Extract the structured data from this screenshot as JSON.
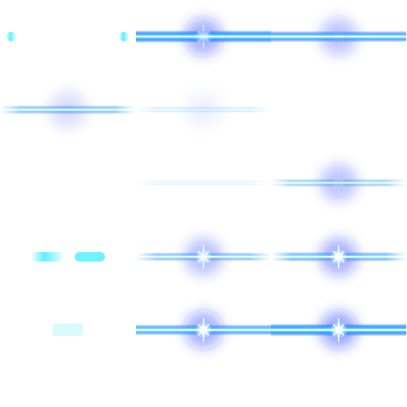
{
  "sprite_sheet": {
    "columns": 3,
    "rows": 5,
    "colors": {
      "beam_core": "#e8fbff",
      "beam_cyan": "#5ff2ff",
      "beam_blue": "#2c8dff",
      "beam_deep": "#1a5cff",
      "glow": "#6f7dff",
      "glow_soft": "#c8d0ff",
      "spark": "#ffffff",
      "background": "#ffffff"
    },
    "frames": [
      {
        "id": 1,
        "row": 0,
        "col": 0,
        "beam": 0.0,
        "glow": 0.0,
        "spark": 0.0,
        "ring": 0.0,
        "pills": "edges"
      },
      {
        "id": 2,
        "row": 0,
        "col": 1,
        "beam": 1.0,
        "glow": 0.75,
        "spark": 0.55,
        "ring": 0.5,
        "pills": "none"
      },
      {
        "id": 3,
        "row": 0,
        "col": 2,
        "beam": 0.85,
        "glow": 0.55,
        "spark": 0.1,
        "ring": 0.2,
        "pills": "none"
      },
      {
        "id": 4,
        "row": 1,
        "col": 0,
        "beam": 0.55,
        "glow": 0.3,
        "spark": 0.0,
        "ring": 0.1,
        "pills": "none"
      },
      {
        "id": 5,
        "row": 1,
        "col": 1,
        "beam": 0.2,
        "glow": 0.12,
        "spark": 0.0,
        "ring": 0.0,
        "pills": "none"
      },
      {
        "id": 6,
        "row": 1,
        "col": 2,
        "beam": 0.0,
        "glow": 0.0,
        "spark": 0.0,
        "ring": 0.0,
        "pills": "none"
      },
      {
        "id": 7,
        "row": 2,
        "col": 0,
        "beam": 0.0,
        "glow": 0.0,
        "spark": 0.0,
        "ring": 0.0,
        "pills": "none"
      },
      {
        "id": 8,
        "row": 2,
        "col": 1,
        "beam": 0.12,
        "glow": 0.0,
        "spark": 0.0,
        "ring": 0.0,
        "pills": "none"
      },
      {
        "id": 9,
        "row": 2,
        "col": 2,
        "beam": 0.45,
        "glow": 0.55,
        "spark": 0.25,
        "ring": 0.0,
        "pills": "none"
      },
      {
        "id": 10,
        "row": 3,
        "col": 0,
        "beam": 0.0,
        "glow": 0.0,
        "spark": 0.0,
        "ring": 0.0,
        "pills": "center"
      },
      {
        "id": 11,
        "row": 3,
        "col": 1,
        "beam": 0.55,
        "glow": 0.6,
        "spark": 0.9,
        "ring": 0.0,
        "pills": "none"
      },
      {
        "id": 12,
        "row": 3,
        "col": 2,
        "beam": 0.65,
        "glow": 0.75,
        "spark": 1.0,
        "ring": 0.4,
        "pills": "none"
      },
      {
        "id": 13,
        "row": 4,
        "col": 0,
        "beam": 0.0,
        "glow": 0.0,
        "spark": 0.0,
        "ring": 0.0,
        "pills": "small"
      },
      {
        "id": 14,
        "row": 4,
        "col": 1,
        "beam": 0.8,
        "glow": 0.75,
        "spark": 1.0,
        "ring": 0.6,
        "pills": "none"
      },
      {
        "id": 15,
        "row": 4,
        "col": 2,
        "beam": 1.0,
        "glow": 0.85,
        "spark": 1.0,
        "ring": 0.6,
        "pills": "none"
      }
    ]
  }
}
